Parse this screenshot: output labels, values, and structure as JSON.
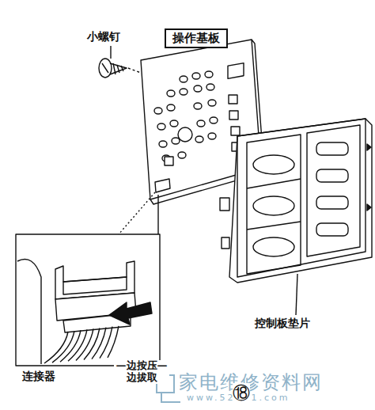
{
  "diagram": {
    "nodes": [
      {
        "text": [
          "操作基板"
        ]
      }
    ],
    "labels": [
      "小螺钉",
      "连接器",
      "—边按压— 边拔取",
      "控制板垫片",
      "⑱",
      "家电维修资料网",
      "www.52101.com"
    ]
  }
}
